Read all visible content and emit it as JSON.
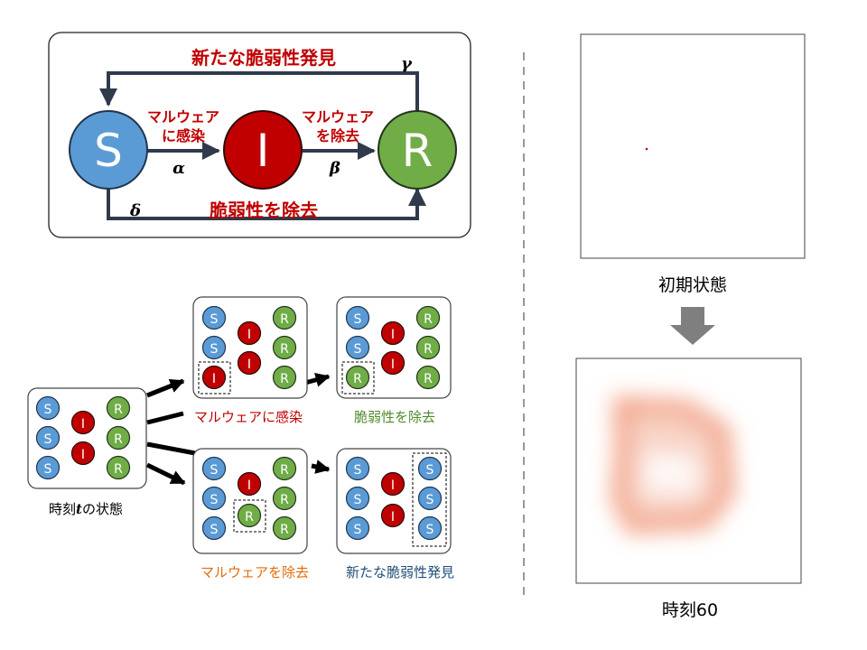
{
  "model": {
    "nodes": {
      "s": "S",
      "i": "I",
      "r": "R"
    },
    "top_loop_label": "新たな脆弱性発見",
    "bottom_loop_label": "脆弱性を除去",
    "si_label_line1": "マルウェア",
    "si_label_line2": "に感染",
    "ir_label_line1": "マルウェア",
    "ir_label_line2": "を除去",
    "alpha": "α",
    "beta": "β",
    "gamma": "γ",
    "delta": "δ"
  },
  "transitions": {
    "state_caption_prefix": "時刻",
    "state_caption_var": "t",
    "state_caption_suffix": "の状態",
    "infect_label": "マルウェアに感染",
    "patch_label": "脆弱性を除去",
    "remove_label": "マルウェアを除去",
    "rediscover_label": "新たな脆弱性発見"
  },
  "simulation": {
    "initial_caption": "初期状態",
    "final_caption": "時刻60"
  },
  "colors": {
    "s_node": "#5b9bd5",
    "i_node": "#c00000",
    "r_node": "#70ad47",
    "label_red": "#c00000",
    "label_orange": "#e36c09",
    "label_green": "#4e8a2b",
    "label_blue": "#1f4e79",
    "arrow": "#2f3b4c"
  }
}
